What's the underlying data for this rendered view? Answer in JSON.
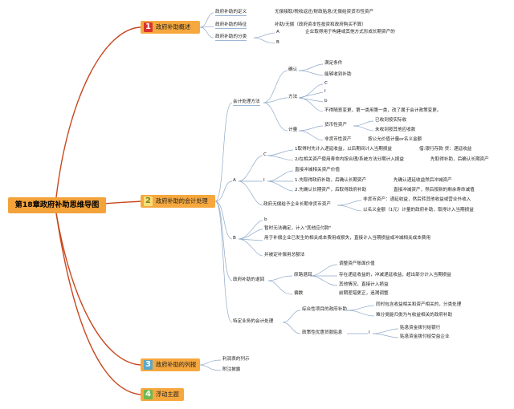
{
  "root": "第18章政府补助思维导图",
  "topics": [
    {
      "num": "1",
      "label": "政府补助概述",
      "color": "#d9322c"
    },
    {
      "num": "2",
      "label": "政府补助的会计处理",
      "color": "#f1e07a"
    },
    {
      "num": "3",
      "label": "政府补助的列报",
      "color": "#5aa7c9"
    },
    {
      "num": "4",
      "label": "浮动主题",
      "color": "#6fb84f"
    }
  ],
  "t1": {
    "definition": "政府补助的定义",
    "definition_val": "无偿接取/税收返还/财政贴息/无偿给资货币性资产",
    "features": "政府补助的特征",
    "features_val": "补助/无偿（政府资本性投资和政府购买不算）",
    "categories": "政府补助的分类",
    "cat_a": "A",
    "cat_a_val": "企业取得用于构建或其他方式形成长期资产的",
    "cat_b": "B"
  },
  "t2": {
    "method": "会计处理方法",
    "recognition": "确认",
    "cond1": "满足条件",
    "cond2": "能够收到补助",
    "approach": "方法",
    "opt_c": "C",
    "opt_i": "I",
    "opt_b": "b",
    "approach_note": "不得随意变更，第一类用第一类，改了属于会计政策变更。",
    "measure": "计量",
    "monetary": "货币性资产",
    "received": "已收到按实际收",
    "receivable": "未收到按其他应收款",
    "non_monetary": "非货币性资产",
    "fair_value": "按公允价值计量or名义金额",
    "a": "A",
    "a_c": "C",
    "a_c1": "1取得时先计入递延收益，以后期间计入当期损益",
    "a_c1_entry": "借:银行存款 贷：递延收益",
    "a_c2": "2/在相关资产使用寿命内按合理/系统方法分期计入损益",
    "a_c2_entry": "先取得补助，后确认长期资产",
    "a_i": "I",
    "a_i0": "直接冲减相关资产价值",
    "a_i1": "1.先取得政府补助，后确认长期资产",
    "a_i1_entry": "先确认递延收益然后冲减资产",
    "a_i2": "2.先确认长期资产，后取得政府补助",
    "a_i2_entry": "直接冲减资产，然后按新的剩余寿命减值",
    "a_nm": "政府无偿给予企业长期非货币资产",
    "a_nm1": "非货币资产：递延收益，然后转其他收益或营业外收入",
    "a_nm2": "以名义金额（1元）计量的政府补助，取得计入当期损益",
    "b": "B",
    "b0": "b",
    "b1": "暂时无法确定，计入\"其他应付款\"",
    "b2": "用于补偿企业已发生的相关成本费用或损失，直接计入当期损益或冲减相关成本费用",
    "b3": "并被定补偿用总额法",
    "refund": "政府补助的退回",
    "original": "原路退回",
    "ref1": "调整资产账面价值",
    "ref2": "存在递延收益的，冲减递延收益，超出部分计入当期损益",
    "ref3": "其他情况，直接计入损益",
    "penalty": "偏数",
    "penalty_val": "前期差错更正，追溯调整",
    "special": "特定业务的会计处理",
    "comprehensive": "综合性项目的政府补助",
    "comp1": "同时包含收益相关和资产相关的，分类处理",
    "comp2": "难分类能归类为与收益相关的政府补助",
    "discount": "政策性优惠贷款贴息",
    "disc_i": "I",
    "disc1": "贴息资金拨付给银行",
    "disc2": "贴息资金拨付给受益企业"
  },
  "t3": {
    "item1": "利润表的列示",
    "item2": "附注披露"
  }
}
